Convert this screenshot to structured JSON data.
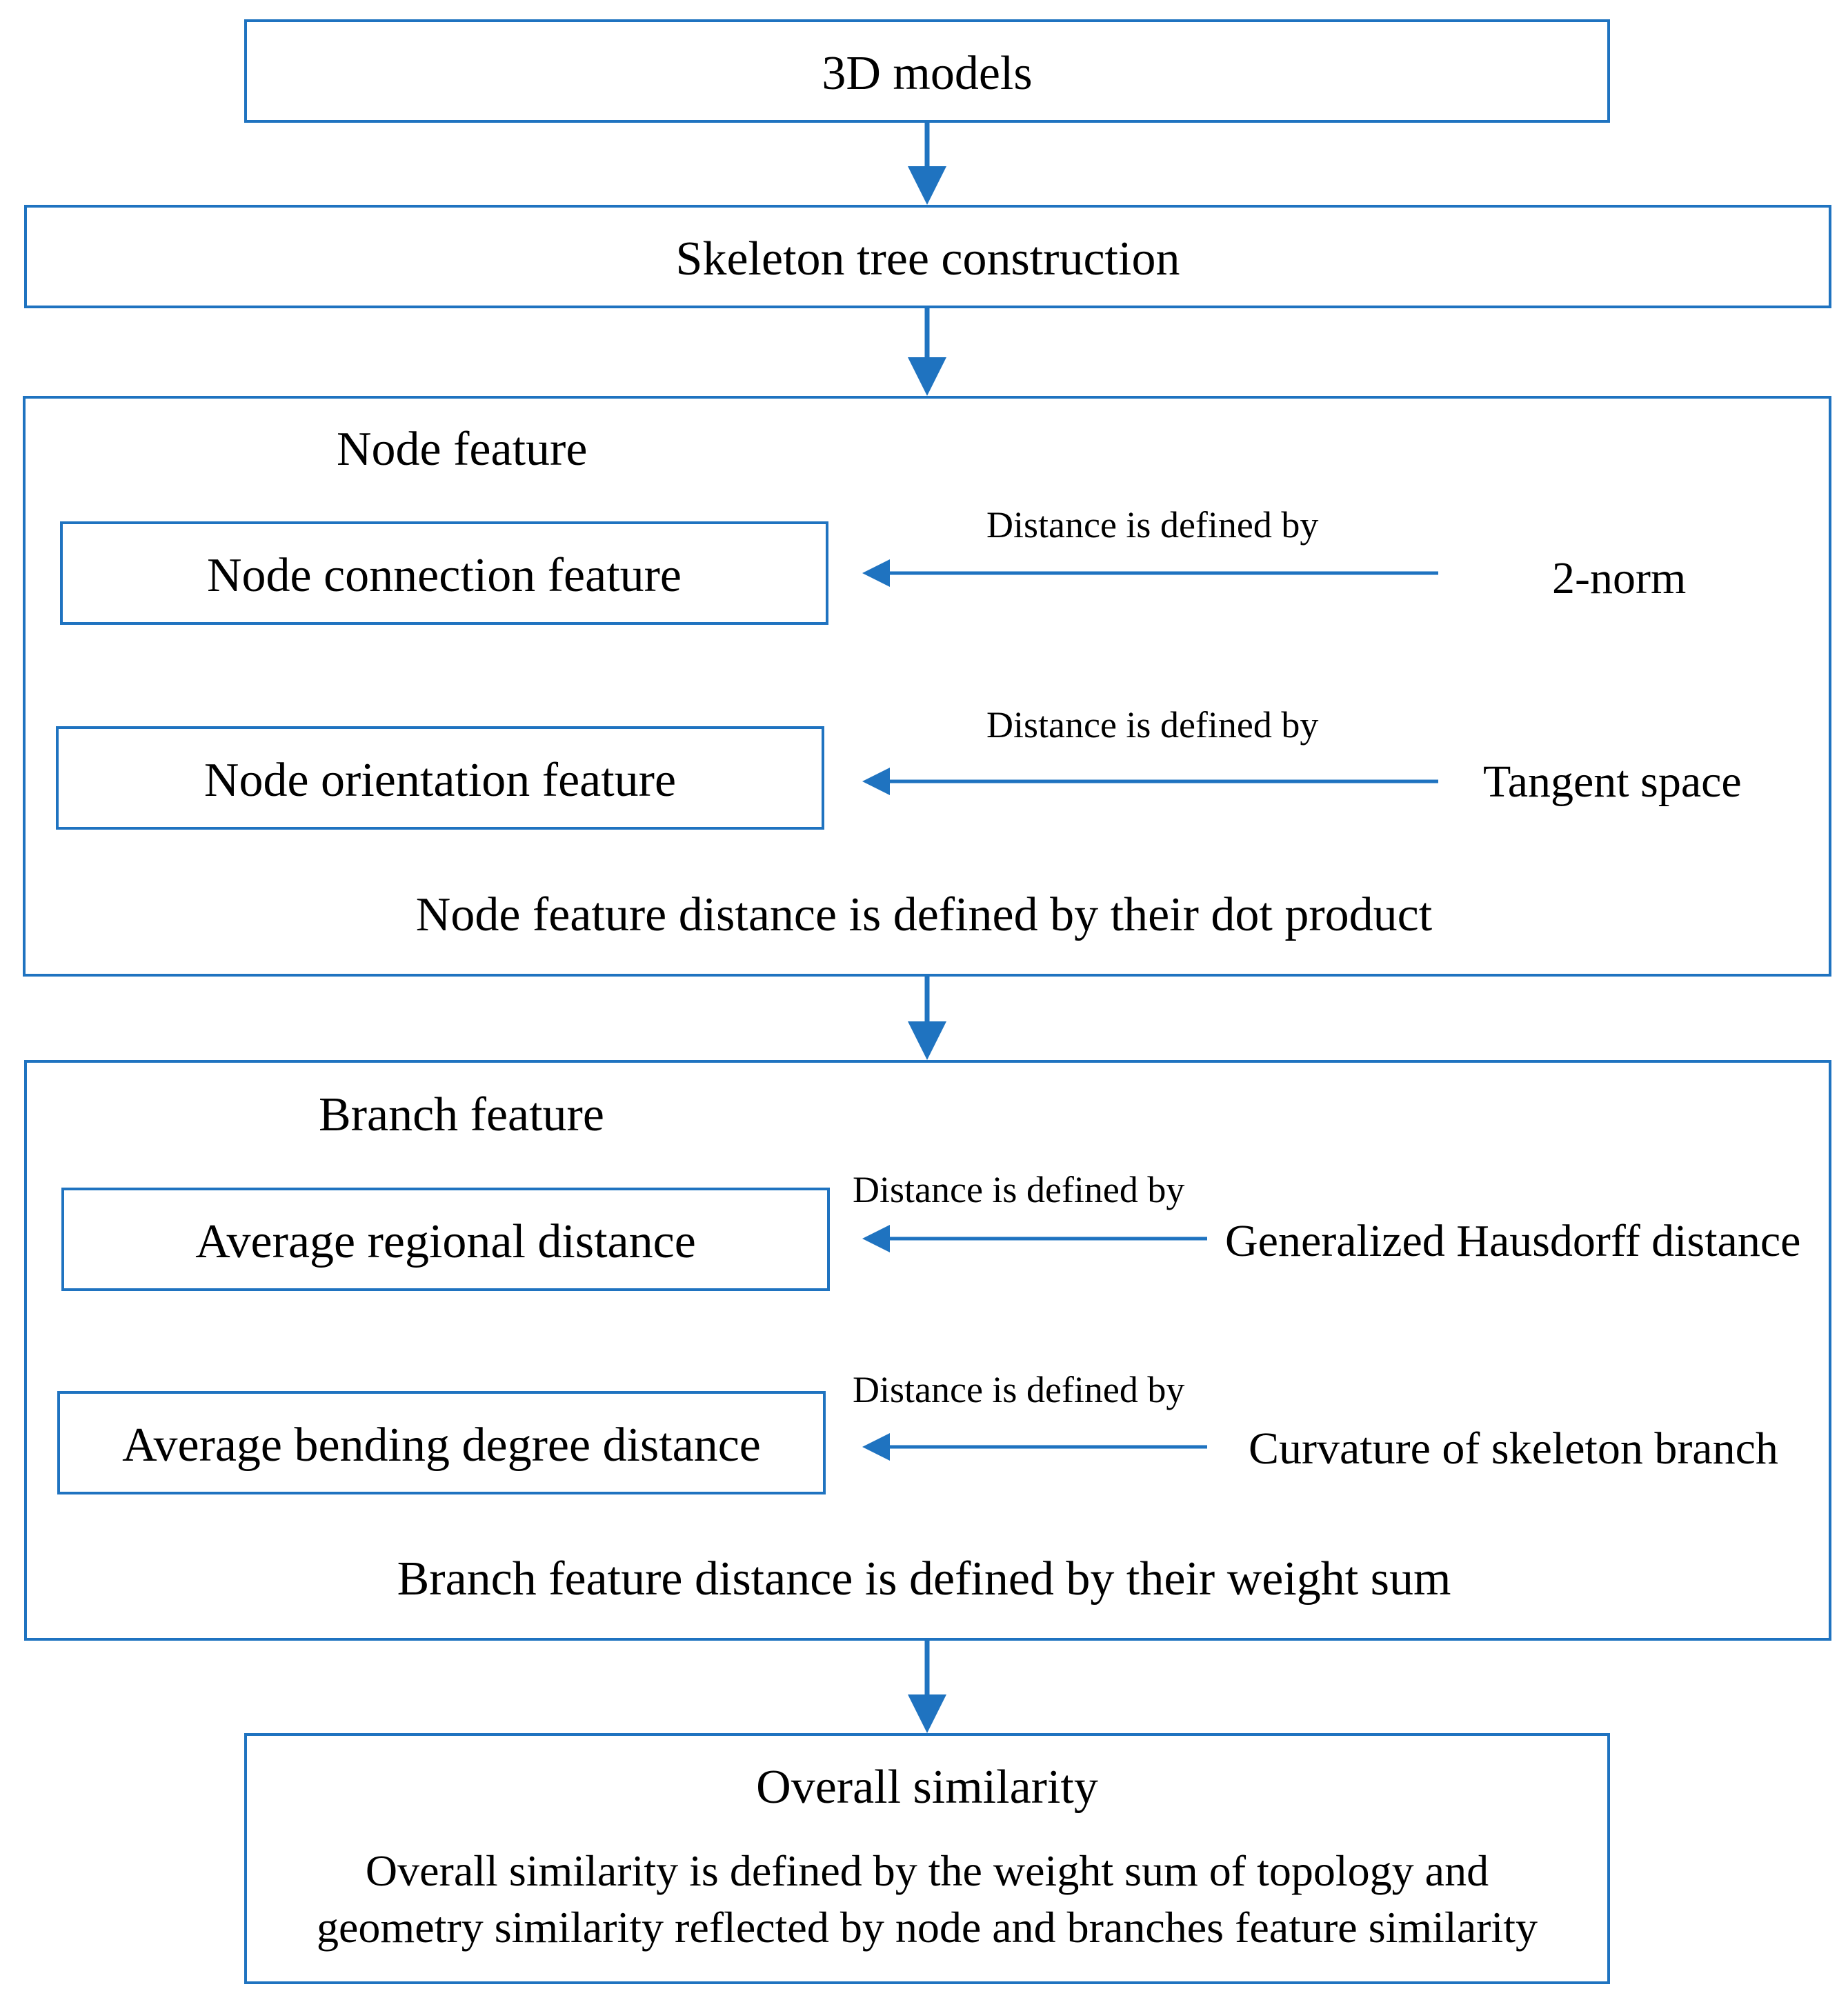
{
  "colors": {
    "stroke": "#1F73C0",
    "text": "#000000",
    "background": "#FFFFFF"
  },
  "step_models": "3D models",
  "step_skeleton": "Skeleton tree construction",
  "node": {
    "title": "Node feature",
    "connection": {
      "box": "Node connection feature",
      "defined_by": "Distance is defined by",
      "method": "2-norm"
    },
    "orientation": {
      "box": "Node orientation feature",
      "defined_by": "Distance is defined by",
      "method": "Tangent space"
    },
    "summary": "Node feature distance is defined by their dot product"
  },
  "branch": {
    "title": "Branch feature",
    "regional": {
      "box": "Average regional distance",
      "defined_by": "Distance is defined by",
      "method": "Generalized Hausdorff distance"
    },
    "bending": {
      "box": "Average bending degree distance",
      "defined_by": "Distance is defined by",
      "method": "Curvature of skeleton branch"
    },
    "summary": "Branch feature distance is defined by their weight sum"
  },
  "overall": {
    "title": "Overall similarity",
    "line1": "Overall similarity is defined by the weight sum of topology and",
    "line2": "geometry similarity reflected by node and branches feature similarity"
  }
}
